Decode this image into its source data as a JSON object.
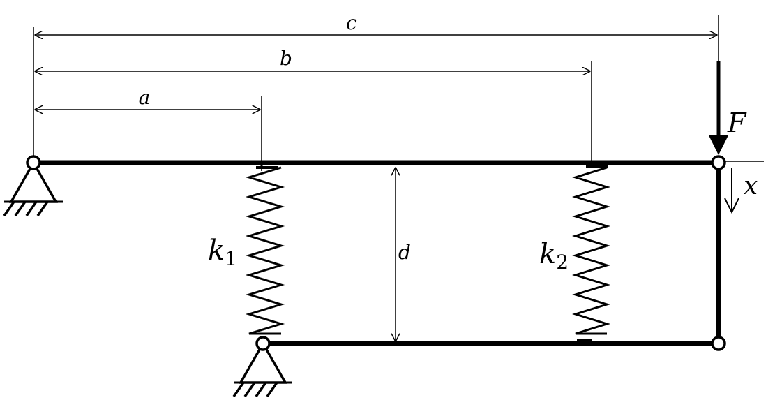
{
  "dimensions": {
    "a": "a",
    "b": "b",
    "c": "c",
    "d": "d"
  },
  "force": {
    "label": "F"
  },
  "displacement": {
    "label": "x"
  },
  "springs": [
    {
      "symbol": "k",
      "subscript": "1"
    },
    {
      "symbol": "k",
      "subscript": "2"
    }
  ],
  "colors": {
    "line": "#000000",
    "background": "#ffffff"
  }
}
